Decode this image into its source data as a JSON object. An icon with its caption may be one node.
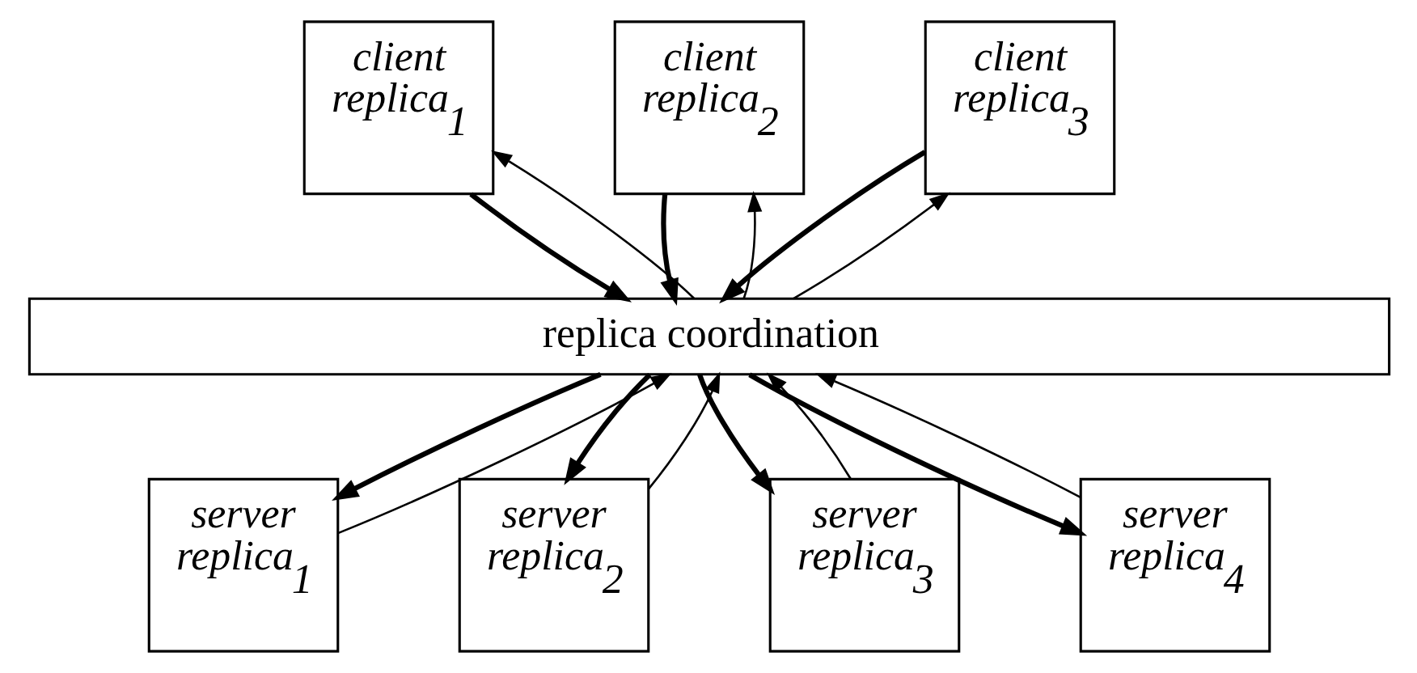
{
  "diagram": {
    "nodes": [
      {
        "text": [
          "client replica$_{1}$"
        ]
      },
      {
        "text": [
          "client replica$_{2}$"
        ]
      },
      {
        "text": [
          "client replica$_{3}$"
        ]
      },
      {
        "text": [
          "replica coordination"
        ]
      },
      {
        "text": [
          "server replica$_{1}$"
        ]
      },
      {
        "text": [
          "server replica$_{2}$"
        ]
      },
      {
        "text": [
          "server replica$_{3}$"
        ]
      },
      {
        "text": [
          "server replica$_{4}$"
        ]
      }
    ],
    "edges": [
      {
        "from": 0,
        "to": 3,
        "arrow": "to",
        "style": "thick"
      },
      {
        "from": 3,
        "to": 0,
        "arrow": "to"
      },
      {
        "from": 1,
        "to": 3,
        "arrow": "to",
        "style": "thick"
      },
      {
        "from": 3,
        "to": 1,
        "arrow": "to"
      },
      {
        "from": 2,
        "to": 3,
        "arrow": "to",
        "style": "thick"
      },
      {
        "from": 3,
        "to": 2,
        "arrow": "to"
      },
      {
        "from": 3,
        "to": 4,
        "arrow": "to",
        "style": "thick"
      },
      {
        "from": 4,
        "to": 3,
        "arrow": "to"
      },
      {
        "from": 3,
        "to": 5,
        "arrow": "to",
        "style": "thick"
      },
      {
        "from": 5,
        "to": 3,
        "arrow": "to"
      },
      {
        "from": 3,
        "to": 6,
        "arrow": "to",
        "style": "thick"
      },
      {
        "from": 6,
        "to": 3,
        "arrow": "to"
      },
      {
        "from": 3,
        "to": 7,
        "arrow": "to",
        "style": "thick"
      },
      {
        "from": 7,
        "to": 3,
        "arrow": "to"
      }
    ]
  }
}
